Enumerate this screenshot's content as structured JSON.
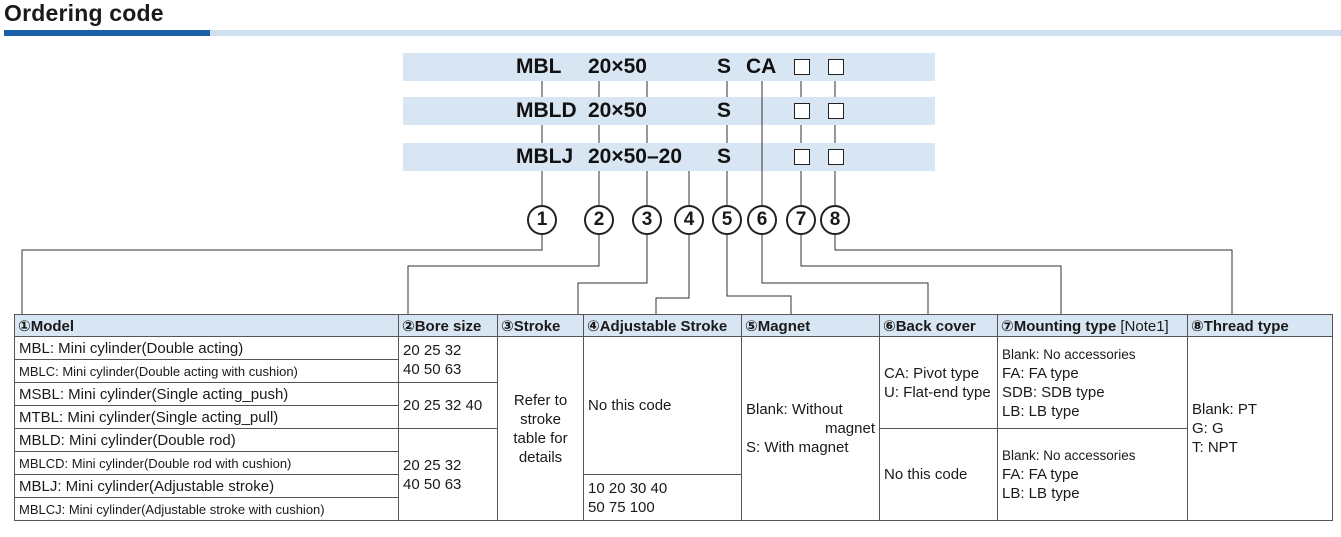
{
  "title": "Ordering code",
  "code_rows": [
    {
      "model": "MBL",
      "size": "20×50",
      "stroke_extra": "",
      "magnet": "S",
      "back_cover": "CA"
    },
    {
      "model": "MBLD",
      "size": "20×50",
      "stroke_extra": "",
      "magnet": "S",
      "back_cover": ""
    },
    {
      "model": "MBLJ",
      "size": "20×50–20",
      "stroke_extra": "",
      "magnet": "S",
      "back_cover": ""
    }
  ],
  "markers": [
    "1",
    "2",
    "3",
    "4",
    "5",
    "6",
    "7",
    "8"
  ],
  "table": {
    "headers": {
      "model": "①Model",
      "bore": "②Bore size",
      "stroke": "③Stroke",
      "adj": "④Adjustable Stroke",
      "magnet": "⑤Magnet",
      "back": "⑥Back cover",
      "mount": "⑦Mounting type",
      "mount_note": "[Note1]",
      "thread": "⑧Thread type"
    },
    "models": [
      "MBL: Mini cylinder(Double acting)",
      "MBLC: Mini cylinder(Double acting with cushion)",
      "MSBL: Mini cylinder(Single acting_push)",
      "MTBL: Mini cylinder(Single acting_pull)",
      "MBLD: Mini cylinder(Double rod)",
      "MBLCD: Mini cylinder(Double rod with cushion)",
      "MBLJ: Mini cylinder(Adjustable stroke)",
      "MBLCJ: Mini cylinder(Adjustable stroke with cushion)"
    ],
    "bore": [
      "20 25 32\n40 50 63",
      "20 25 32 40",
      "20 25 32\n40 50 63"
    ],
    "stroke": "Refer to\nstroke\ntable for\ndetails",
    "adj": [
      "No this code",
      "10 20 30 40\n50 75 100"
    ],
    "magnet": {
      "blank": "Blank: Without",
      "blank2": "magnet",
      "s": "S: With magnet"
    },
    "back": [
      "CA: Pivot type\nU: Flat-end type",
      "No this code"
    ],
    "mount": [
      {
        "blank": "Blank: No accessories",
        "lines": "FA: FA type\nSDB: SDB type\nLB: LB type"
      },
      {
        "blank": "Blank: No accessories",
        "lines": "FA: FA type\nLB: LB type"
      }
    ],
    "thread": "Blank: PT\nG: G\nT: NPT"
  },
  "colors": {
    "accent": "#1b5fa8",
    "band": "#d8e6f4",
    "accent_light": "#cfe0f1"
  }
}
